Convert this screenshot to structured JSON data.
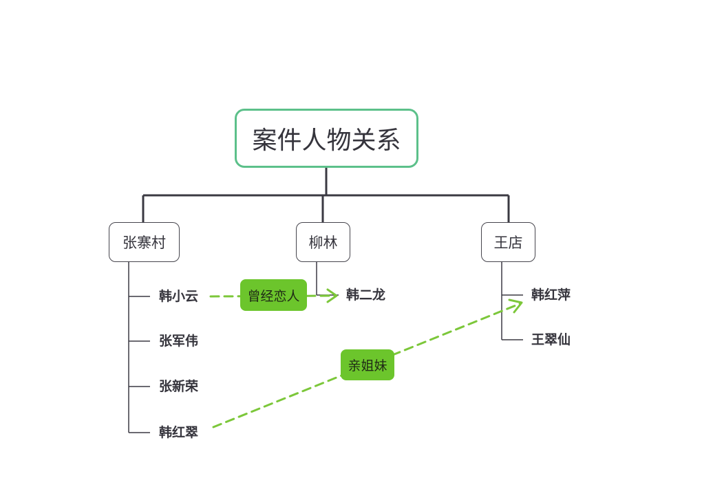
{
  "diagram": {
    "root": {
      "label": "案件人物关系"
    },
    "groups": [
      {
        "id": "zhangzhaicun",
        "label": "张寨村",
        "members": [
          "韩小云",
          "张军伟",
          "张新荣",
          "韩红翠"
        ]
      },
      {
        "id": "liulin",
        "label": "柳林",
        "members": [
          "韩二龙"
        ]
      },
      {
        "id": "wangdian",
        "label": "王店",
        "members": [
          "韩红萍",
          "王翠仙"
        ]
      }
    ],
    "relations": [
      {
        "from": "韩小云",
        "to": "韩二龙",
        "label": "曾经恋人"
      },
      {
        "from": "韩红翠",
        "to": "韩红萍",
        "label": "亲姐妹"
      }
    ]
  },
  "colors": {
    "root_border": "#5cc08a",
    "line": "#3a3942",
    "relation": "#7cc73a",
    "tag_fill": "#6cc52c",
    "text": "#35343c"
  }
}
